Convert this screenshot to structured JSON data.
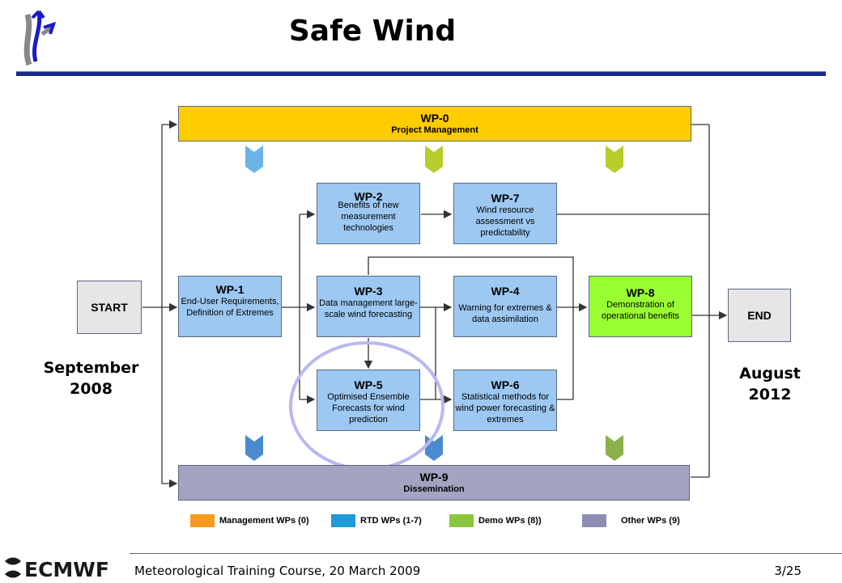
{
  "title": "Safe Wind",
  "left_date": {
    "line1": "September",
    "line2": "2008"
  },
  "right_date": {
    "line1": "August",
    "line2": "2012"
  },
  "start": {
    "label": "START"
  },
  "end": {
    "label": "END"
  },
  "wp0": {
    "head": "WP-0",
    "text": "Project Management"
  },
  "wp1": {
    "head": "WP-1",
    "text": "End-User Requirements, Definition of Extremes"
  },
  "wp2": {
    "head": "WP-2",
    "text": "Benefits of new measurement technologies"
  },
  "wp3": {
    "head": "WP-3",
    "text": "Data management large-scale wind forecasting"
  },
  "wp4": {
    "head": "WP-4",
    "text": "Warning for extremes & data assimilation"
  },
  "wp5": {
    "head": "WP-5",
    "text": "Optimised Ensemble Forecasts for wind prediction"
  },
  "wp6": {
    "head": "WP-6",
    "text": "Statistical methods for wind power forecasting & extremes"
  },
  "wp7": {
    "head": "WP-7",
    "text": "Wind resource assessment vs predictability"
  },
  "wp8": {
    "head": "WP-8",
    "text": "Demonstration of operational benefits"
  },
  "wp9": {
    "head": "WP-9",
    "text": "Dissemination"
  },
  "legend": [
    {
      "label": "Management WPs (0)",
      "color": "#f79a1e"
    },
    {
      "label": "RTD WPs (1-7)",
      "color": "#1e9ad6"
    },
    {
      "label": "Demo WPs (8))",
      "color": "#8cc63e"
    },
    {
      "label": "Other WPs (9)",
      "color": "#8e8eb4"
    }
  ],
  "colors": {
    "wp0": "#ffcc00",
    "wp8": "#99ff33",
    "wp9": "#a3a3c2",
    "blue": "#9cc8f2",
    "highlight_circle": "#b8b8f0"
  },
  "footer": {
    "text": "Meteorological Training Course, 20 March 2009",
    "page": "3/25",
    "logo": "ECMWF"
  }
}
